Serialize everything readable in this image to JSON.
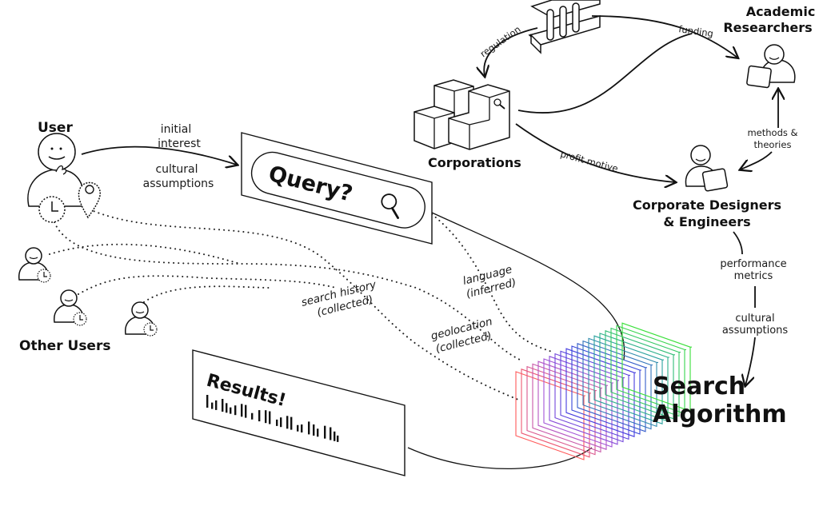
{
  "nodes": {
    "user": "User",
    "other_users": "Other Users",
    "query": "Query?",
    "results": "Results!",
    "corporations": "Corporations",
    "academic_line1": "Academic",
    "academic_line2": "Researchers",
    "designers_line1": "Corporate Designers",
    "designers_line2": "& Engineers",
    "algorithm_line1": "Search",
    "algorithm_line2": "Algorithm"
  },
  "edges": {
    "initial_interest_1": "initial",
    "initial_interest_2": "interest",
    "cultural_1": "cultural",
    "cultural_2": "assumptions",
    "regulation": "regulation",
    "funding": "funding",
    "profit_motive": "profit motive",
    "methods_1": "methods &",
    "methods_2": "theories",
    "performance_1": "performance",
    "performance_2": "metrics",
    "cultural_right_1": "cultural",
    "cultural_right_2": "assumptions",
    "search_history_1": "search history",
    "search_history_2": "(collected)",
    "language_1": "language",
    "language_2": "(inferred)",
    "geolocation_1": "geolocation",
    "geolocation_2": "(collected)"
  },
  "icons": [
    "person-icon",
    "clock-icon",
    "location-pin-icon",
    "search-icon",
    "government-building-icon",
    "corporation-blocks-icon",
    "laptop-icon",
    "algorithm-cube-icon"
  ],
  "colors": {
    "cube_red": "#ff5a5a",
    "cube_purple": "#a855d6",
    "cube_blue": "#3a3ae0",
    "cube_teal": "#2aa89a",
    "cube_green": "#3ae03a"
  }
}
